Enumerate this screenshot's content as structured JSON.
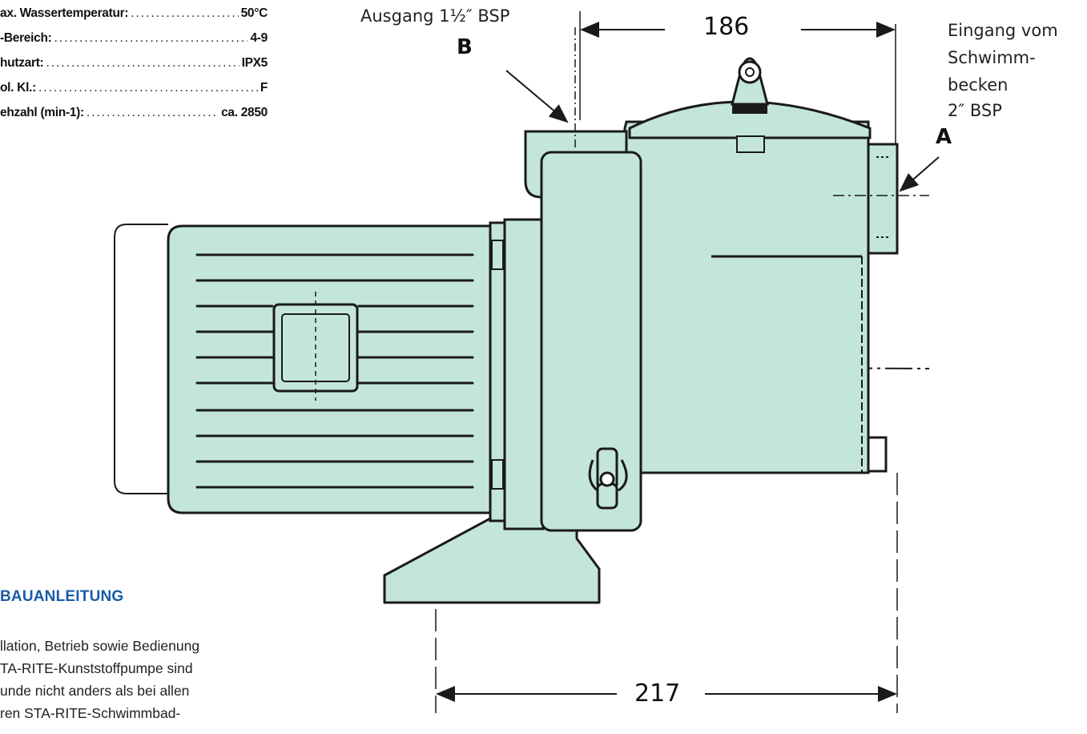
{
  "specs": [
    {
      "label": "ax. Wassertemperatur:",
      "value": "50°C"
    },
    {
      "label": "-Bereich:",
      "value": "4-9"
    },
    {
      "label": "hutzart:",
      "value": "IPX5"
    },
    {
      "label": "ol. Kl.:",
      "value": "F"
    },
    {
      "label": "ehzahl (min-1):",
      "value": "ca. 2850"
    }
  ],
  "section": {
    "heading": "BAUANLEITUNG",
    "lines": [
      "llation, Betrieb sowie Bedienung",
      "TA-RITE-Kunststoffpumpe sind",
      "unde nicht anders als bei allen",
      "ren STA-RITE-Schwimmbad-"
    ]
  },
  "drawing": {
    "outlet_label": "Ausgang 1½″ BSP",
    "outlet_letter": "B",
    "inlet_label": [
      "Eingang vom",
      "Schwimm-",
      "becken",
      "2″ BSP"
    ],
    "inlet_letter": "A",
    "dim_top": "186",
    "dim_bottom": "217",
    "body_color": "#c3e6d9",
    "line_color": "#1a1a1a"
  }
}
